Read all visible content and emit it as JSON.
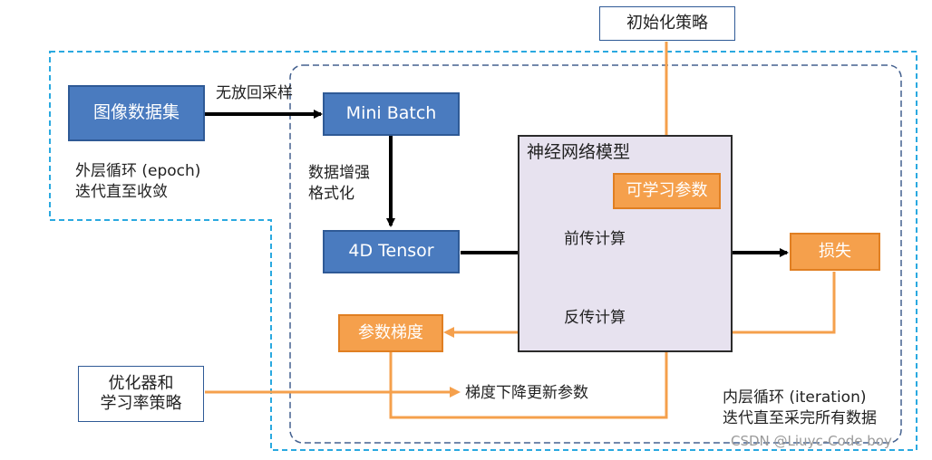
{
  "nodes": {
    "image_dataset": "图像数据集",
    "mini_batch": "Mini Batch",
    "tensor_4d": "4D Tensor",
    "init_strategy": "初始化策略",
    "learnable_params": "可学习参数",
    "loss": "损失",
    "param_grad": "参数梯度",
    "optimizer_line1": "优化器和",
    "optimizer_line2": "学习率策略"
  },
  "neural_net": {
    "title": "神经网络模型"
  },
  "edge_labels": {
    "sampling": "无放回采样",
    "augment_line1": "数据增强",
    "augment_line2": "格式化",
    "forward": "前传计算",
    "backward": "反传计算",
    "update": "梯度下降更新参数"
  },
  "loops": {
    "outer_line1": "外层循环 (epoch)",
    "outer_line2": "迭代直至收敛",
    "inner_line1": "内层循环 (iteration)",
    "inner_line2": "迭代直至采完所有数据"
  },
  "colors": {
    "blue_fill": "#4a7bbf",
    "orange_fill": "#f5a04c",
    "orange_line": "#f5a04c",
    "outer_loop": "#2aa9e0",
    "inner_loop": "#44618f",
    "nn_fill": "#e7e2ef"
  },
  "watermark": "CSDN @Liuyc-Code boy"
}
